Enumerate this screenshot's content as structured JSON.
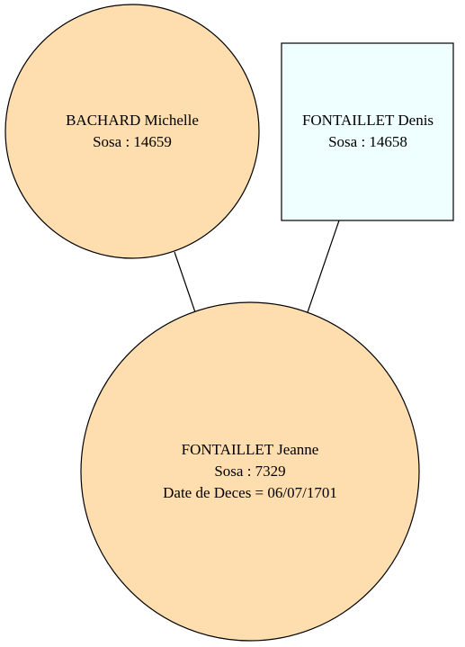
{
  "colors": {
    "female_fill": "#FEDEAF",
    "male_fill": "#EFFFFF",
    "stroke": "#000000",
    "background": "#FFFFFF"
  },
  "nodes": {
    "mother": {
      "shape": "circle",
      "name": "BACHARD Michelle",
      "sosa": "Sosa : 14659"
    },
    "father": {
      "shape": "box",
      "name": "FONTAILLET Denis",
      "sosa": "Sosa : 14658"
    },
    "child": {
      "shape": "circle",
      "name": "FONTAILLET Jeanne",
      "sosa": "Sosa : 7329",
      "death": "Date de Deces = 06/07/1701"
    }
  },
  "edges": [
    {
      "from": "mother",
      "to": "child"
    },
    {
      "from": "father",
      "to": "child"
    }
  ]
}
